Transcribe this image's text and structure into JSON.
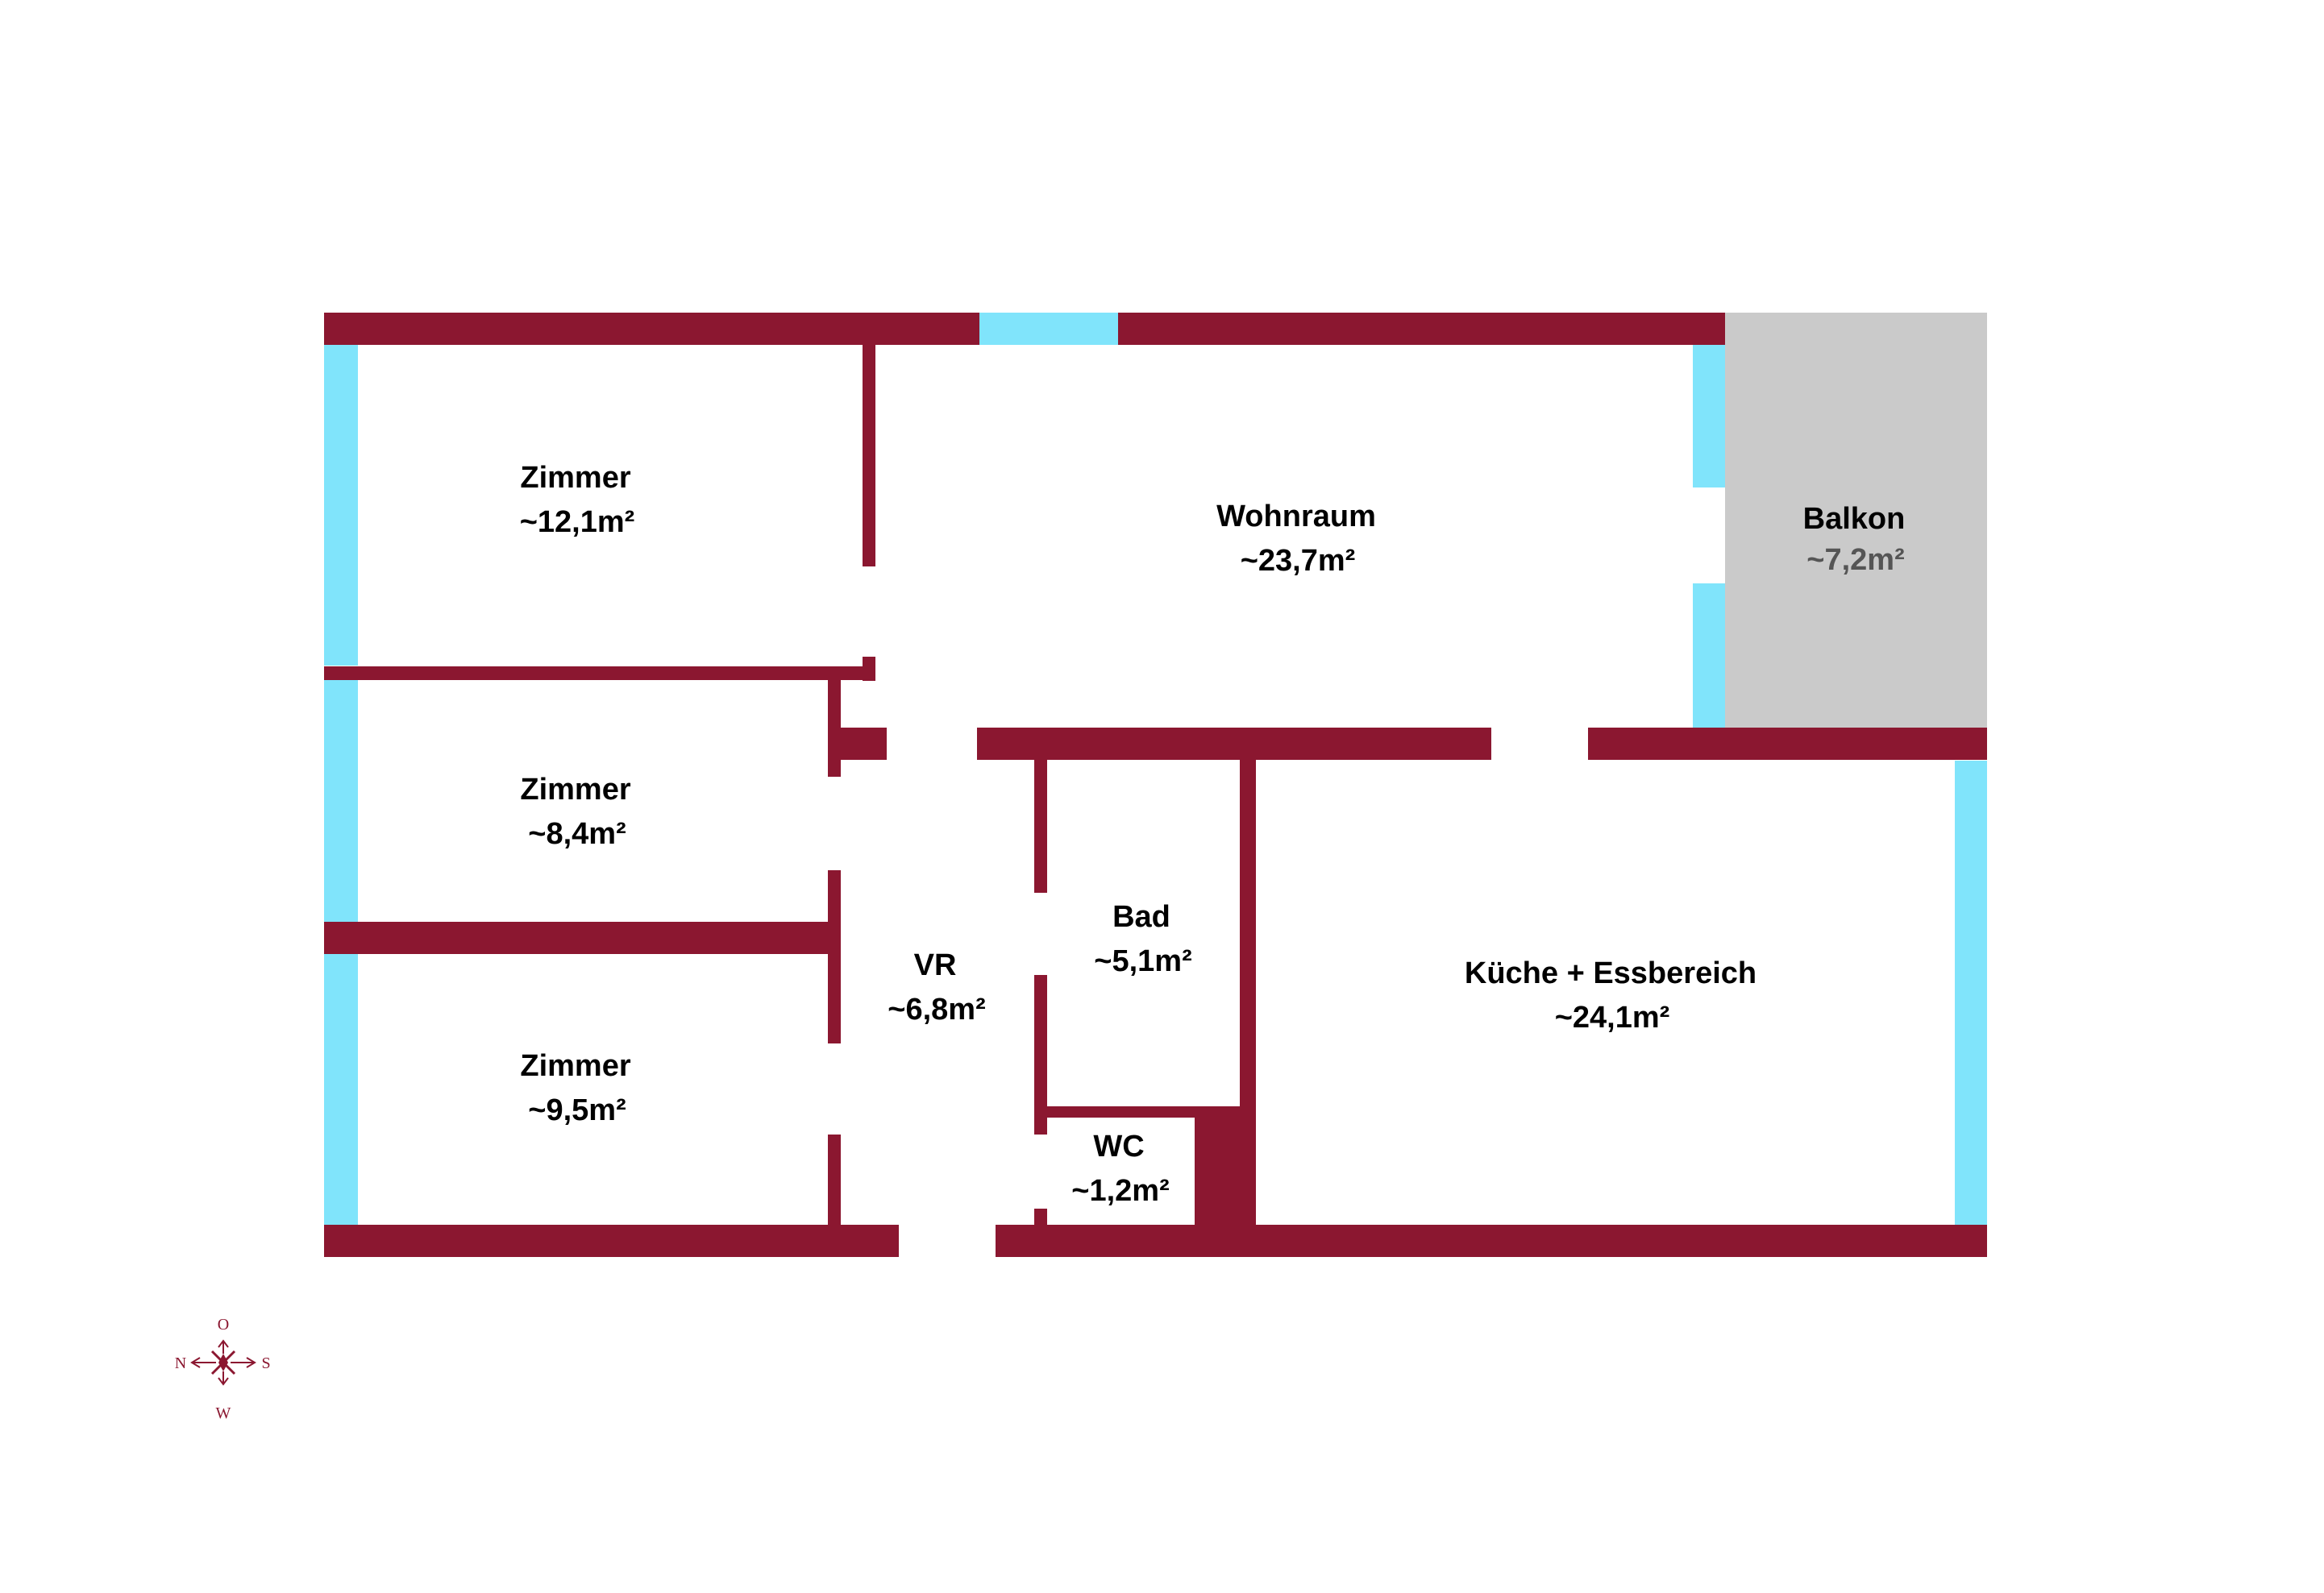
{
  "colors": {
    "wall": "#8B1730",
    "window": "#80E4FB",
    "balcony": "#CACACA",
    "text": "#000000",
    "text_dim": "#555555",
    "background": "#FFFFFF"
  },
  "rooms": [
    {
      "id": "zimmer-1",
      "name": "Zimmer",
      "area": "~12,1m²"
    },
    {
      "id": "wohnraum",
      "name": "Wohnraum",
      "area": "~23,7m²"
    },
    {
      "id": "balkon",
      "name": "Balkon",
      "area": "~7,2m²"
    },
    {
      "id": "zimmer-2",
      "name": "Zimmer",
      "area": "~8,4m²"
    },
    {
      "id": "vr",
      "name": "VR",
      "area": "~6,8m²"
    },
    {
      "id": "bad",
      "name": "Bad",
      "area": "~5,1m²"
    },
    {
      "id": "kueche",
      "name": "Küche + Essbereich",
      "area": "~24,1m²"
    },
    {
      "id": "zimmer-3",
      "name": "Zimmer",
      "area": "~9,5m²"
    },
    {
      "id": "wc",
      "name": "WC",
      "area": "~1,2m²"
    }
  ],
  "compass": {
    "north": "N",
    "east": "O",
    "south": "S",
    "west": "W"
  }
}
